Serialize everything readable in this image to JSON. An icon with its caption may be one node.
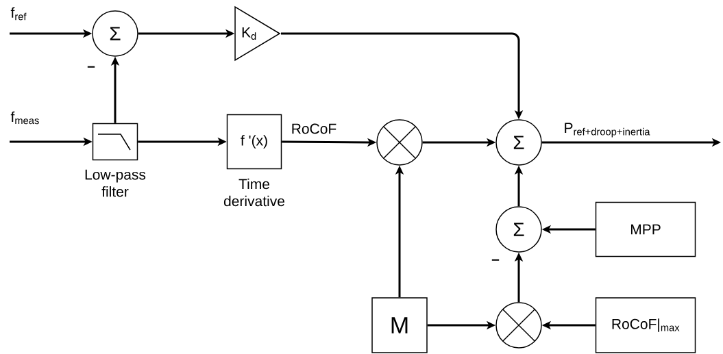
{
  "diagram": {
    "nodes": [
      {
        "text": [
          "f$_{ref}$"
        ]
      },
      {
        "text": [
          "Σ"
        ]
      },
      {
        "text": [
          "f$_{meas}$"
        ]
      },
      {
        "text": [],
        "shape": "box",
        "beside": [
          "Low-pass filter"
        ]
      },
      {
        "text": [
          "K$_{d}$"
        ]
      },
      {
        "text": [
          "f '(x)"
        ],
        "beside": [
          "Time derivative"
        ]
      },
      {
        "text": [],
        "shape": "circle"
      },
      {
        "text": [
          "Σ"
        ]
      },
      {
        "text": [
          "Σ"
        ]
      },
      {
        "text": [
          "MPP"
        ]
      },
      {
        "text": [
          "M"
        ]
      },
      {
        "text": [],
        "shape": "circle"
      },
      {
        "text": [
          "RoCoF|$_{max}$"
        ]
      }
    ],
    "edges": [
      {
        "from": 0,
        "to": 1,
        "arrow": "to"
      },
      {
        "from": 2,
        "to": 3,
        "arrow": "to"
      },
      {
        "from": 3,
        "to": 1,
        "arrow": "to"
      },
      {
        "from": 1,
        "to": 4,
        "arrow": "to"
      },
      {
        "from": 4,
        "to": 7,
        "arrow": "to"
      },
      {
        "from": 3,
        "to": 5,
        "arrow": "to"
      },
      {
        "from": 5,
        "to": 6,
        "arrow": "to",
        "label": "RoCoF"
      },
      {
        "from": 6,
        "to": 7,
        "arrow": "to"
      },
      {
        "from": 7,
        "to": null,
        "arrow": "to",
        "label": "\\text{P}_{\\text{ref+droop+inertia}}"
      },
      {
        "from": 10,
        "to": 6,
        "arrow": "to"
      },
      {
        "from": 10,
        "to": 11,
        "arrow": "to"
      },
      {
        "from": 12,
        "to": 11,
        "arrow": "to"
      },
      {
        "from": 11,
        "to": 8,
        "arrow": "to"
      },
      {
        "from": 9,
        "to": 8,
        "arrow": "to"
      },
      {
        "from": 8,
        "to": 7,
        "arrow": "to"
      }
    ],
    "labels": [
      "–",
      "–"
    ]
  }
}
